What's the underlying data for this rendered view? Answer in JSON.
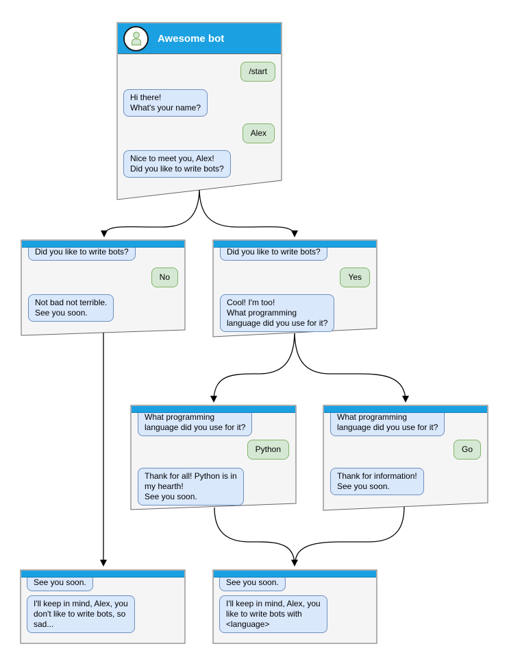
{
  "colors": {
    "header_blue": "#1BA1E2",
    "window_bg": "#F5F5F5",
    "window_border": "#666666",
    "bot_bubble_bg": "#DAE8FC",
    "bot_bubble_border": "#6C8EBF",
    "user_bubble_bg": "#D5E8D4",
    "user_bubble_border": "#82B366",
    "arrow": "#000000",
    "title_text": "#FFFFFF"
  },
  "windows": [
    {
      "id": "awesome-bot",
      "title": "Awesome bot",
      "avatar_icon": "person-icon",
      "messages": [
        {
          "sender": "user",
          "text": "/start"
        },
        {
          "sender": "bot",
          "text": "Hi there!\nWhat's your name?"
        },
        {
          "sender": "user",
          "text": "Alex"
        },
        {
          "sender": "bot",
          "text": "Nice to meet you, Alex!\nDid you like to write bots?"
        }
      ]
    },
    {
      "id": "branch-no",
      "messages": [
        {
          "sender": "bot",
          "text": "Did you like to write bots?"
        },
        {
          "sender": "user",
          "text": "No"
        },
        {
          "sender": "bot",
          "text": "Not bad not terrible.\nSee you soon."
        }
      ]
    },
    {
      "id": "branch-yes",
      "messages": [
        {
          "sender": "bot",
          "text": "Did you like to write bots?"
        },
        {
          "sender": "user",
          "text": "Yes"
        },
        {
          "sender": "bot",
          "text": "Cool! I'm too!\nWhat programming\nlanguage did you use for it?"
        }
      ]
    },
    {
      "id": "branch-python",
      "messages": [
        {
          "sender": "bot",
          "text": "What programming\nlanguage did you use for it?"
        },
        {
          "sender": "user",
          "text": "Python"
        },
        {
          "sender": "bot",
          "text": "Thank for all! Python is in\nmy hearth!\nSee you soon."
        }
      ]
    },
    {
      "id": "branch-go",
      "messages": [
        {
          "sender": "bot",
          "text": "What programming\nlanguage did you use for it?"
        },
        {
          "sender": "user",
          "text": "Go"
        },
        {
          "sender": "bot",
          "text": "Thank for information!\nSee you soon."
        }
      ]
    },
    {
      "id": "end-no",
      "messages": [
        {
          "sender": "bot",
          "text": "See you soon."
        },
        {
          "sender": "bot",
          "text": "I'll keep in mind, Alex, you\ndon't like to write bots, so\nsad..."
        }
      ]
    },
    {
      "id": "end-yes",
      "messages": [
        {
          "sender": "bot",
          "text": "See you soon."
        },
        {
          "sender": "bot",
          "text": "I'll keep in mind, Alex, you\nlike to write bots with\n<language>"
        }
      ]
    }
  ],
  "edges": [
    {
      "from": "awesome-bot",
      "to": "branch-no"
    },
    {
      "from": "awesome-bot",
      "to": "branch-yes"
    },
    {
      "from": "branch-yes",
      "to": "branch-python"
    },
    {
      "from": "branch-yes",
      "to": "branch-go"
    },
    {
      "from": "branch-no",
      "to": "end-no"
    },
    {
      "from": "branch-python",
      "to": "end-yes"
    },
    {
      "from": "branch-go",
      "to": "end-yes"
    }
  ]
}
